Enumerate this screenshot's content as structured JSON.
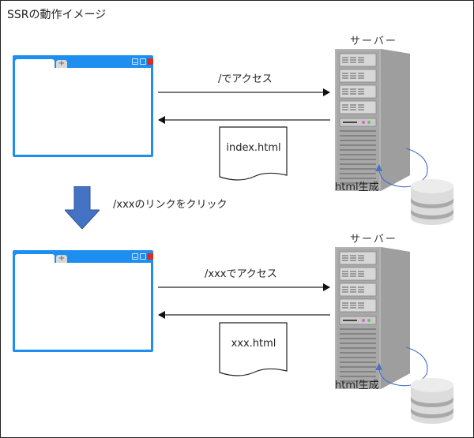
{
  "title": "SSRの動作イメージ",
  "steps": [
    {
      "request_label": "/でアクセス",
      "response_doc": "index.html",
      "server_label": "サーバー",
      "generate_label": "html生成"
    },
    {
      "request_label": "/xxxでアクセス",
      "response_doc": "xxx.html",
      "server_label": "サーバー",
      "generate_label": "html生成"
    }
  ],
  "transition_label": "/xxxのリンクをクリック",
  "new_tab_symbol": "+",
  "colors": {
    "browser_blue": "#1e8ff0",
    "close_red": "#e02a1c",
    "down_arrow_blue": "#4472c4",
    "loop_arrow_blue": "#4a72c0",
    "server_gray": "#a9a9a9",
    "db_gray": "#d6d6d6"
  }
}
